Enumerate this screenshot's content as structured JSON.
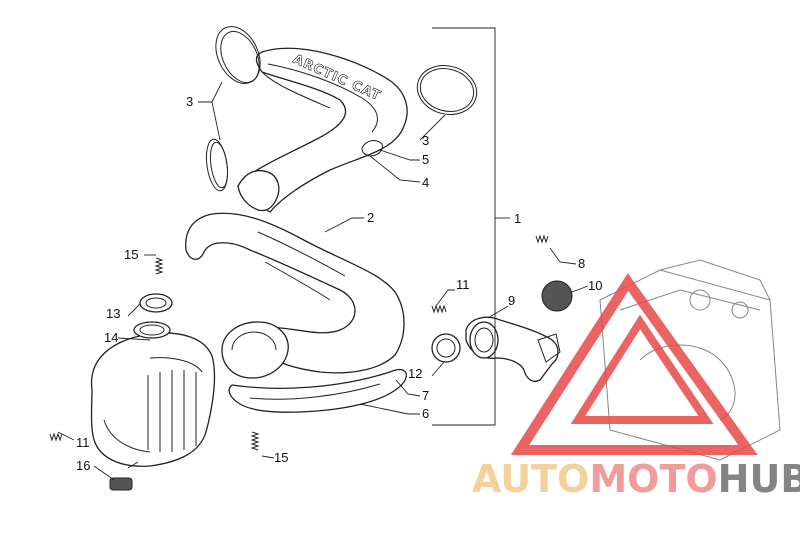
{
  "callouts": [
    {
      "id": "c3a",
      "label": "3"
    },
    {
      "id": "c3b",
      "label": "3"
    },
    {
      "id": "c5",
      "label": "5"
    },
    {
      "id": "c4",
      "label": "4"
    },
    {
      "id": "c2",
      "label": "2"
    },
    {
      "id": "c1",
      "label": "1"
    },
    {
      "id": "c15a",
      "label": "15"
    },
    {
      "id": "c11a",
      "label": "11"
    },
    {
      "id": "c8",
      "label": "8"
    },
    {
      "id": "c10",
      "label": "10"
    },
    {
      "id": "c9",
      "label": "9"
    },
    {
      "id": "c13",
      "label": "13"
    },
    {
      "id": "c14",
      "label": "14"
    },
    {
      "id": "c12",
      "label": "12"
    },
    {
      "id": "c7",
      "label": "7"
    },
    {
      "id": "c6",
      "label": "6"
    },
    {
      "id": "c11b",
      "label": "11"
    },
    {
      "id": "c16",
      "label": "16"
    },
    {
      "id": "c15b",
      "label": "15"
    }
  ],
  "heat_shield_emboss": "ARCTIC CAT",
  "watermark": {
    "part1": "AUTO",
    "part2": "MOTO",
    "part3": "HUB",
    "color1": "#f3c98a",
    "color2": "#f08a8a",
    "color3": "#6f6f6f",
    "triangle_color": "#e84a4a"
  }
}
